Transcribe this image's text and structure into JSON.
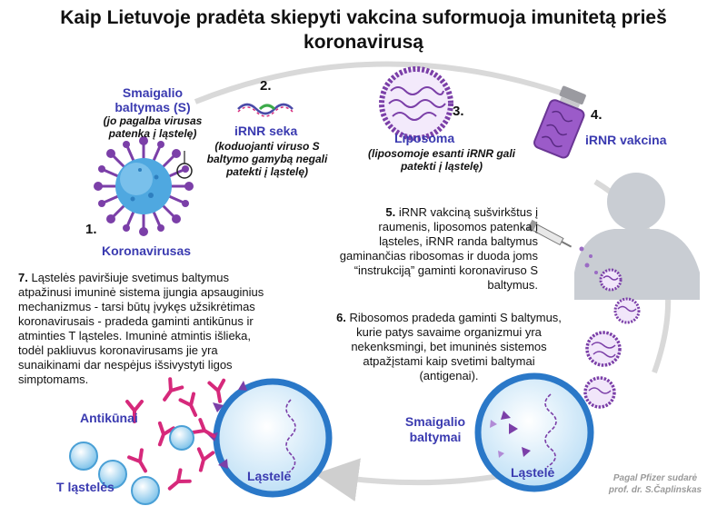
{
  "title_line1": "Kaip Lietuvoje pradėta skiepyti vakcina suformuoja imunitetą prieš",
  "title_line2": "koronavirusą",
  "steps": {
    "s1": {
      "num": "1.",
      "label": "Koronavirusas"
    },
    "spike": {
      "label_line1": "Smaigalio",
      "label_line2": "baltymas (S)",
      "sub_line1": "(jo pagalba virusas",
      "sub_line2": "patenka į ląstelę)"
    },
    "s2": {
      "num": "2.",
      "label": "iRNR seka",
      "sub_line1": "(koduojanti viruso S",
      "sub_line2": "baltymo gamybą negali",
      "sub_line3": "patekti į ląstelę)"
    },
    "s3": {
      "num": "3.",
      "label": "Liposoma",
      "sub_line1": "(liposomoje esanti iRNR gali",
      "sub_line2": "patekti į ląstelę)"
    },
    "s4": {
      "num": "4.",
      "label": "iRNR vakcina"
    },
    "s5": {
      "num": "5.",
      "line1": "iRNR vakciną sušvirkštus į",
      "line2": "raumenis, liposomos patenka į",
      "line3": "ląsteles, iRNR randa baltymus",
      "line4": "gaminančias ribosomas ir duoda joms",
      "line5": "“instrukciją” gaminti koronaviruso S",
      "line6": "baltymus."
    },
    "s6": {
      "num": "6.",
      "line1": "Ribosomos pradeda gaminti S baltymus,",
      "line2": "kurie patys savaime organizmui yra",
      "line3": "nekenksmingi, bet imuninės sistemos",
      "line4": "atpažįstami kaip svetimi  baltymai",
      "line5": "(antigenai)."
    },
    "s7": {
      "num": "7.",
      "line1": "Ląstelės paviršiuje svetimus baltymus",
      "line2": "atpažinusi imuninė sistema įjungia apsauginius",
      "line3": "mechanizmus - tarsi būtų įvykęs užsikrėtimas",
      "line4": "koronavirusais - pradeda gaminti antikūnus ir",
      "line5": "atminties T ląsteles.  Imuninė atmintis išlieka,",
      "line6": "todėl pakliuvus koronavirusams jie yra",
      "line7": "sunaikinami dar nespėjus išsivystyti ligos",
      "line8": "simptomams."
    }
  },
  "labels": {
    "antibodies": "Antikūnai",
    "tcells": "T ląstelės",
    "cell_left": "Ląstelė",
    "cell_right": "Ląstelė",
    "spike_proteins_line1": "Smaigalio",
    "spike_proteins_line2": "baltymai"
  },
  "credit": {
    "line1": "Pagal Pfizer sudarė",
    "line2": "prof. dr. S.Čaplinskas"
  },
  "colors": {
    "blue_text": "#3a3ab0",
    "purple": "#7b3fa8",
    "pink": "#d6297b",
    "cell_blue": "#2a78c8",
    "cell_fill": "#dbeefa",
    "ring": "#d6d6d6",
    "silhouette": "#c9cdd3"
  }
}
